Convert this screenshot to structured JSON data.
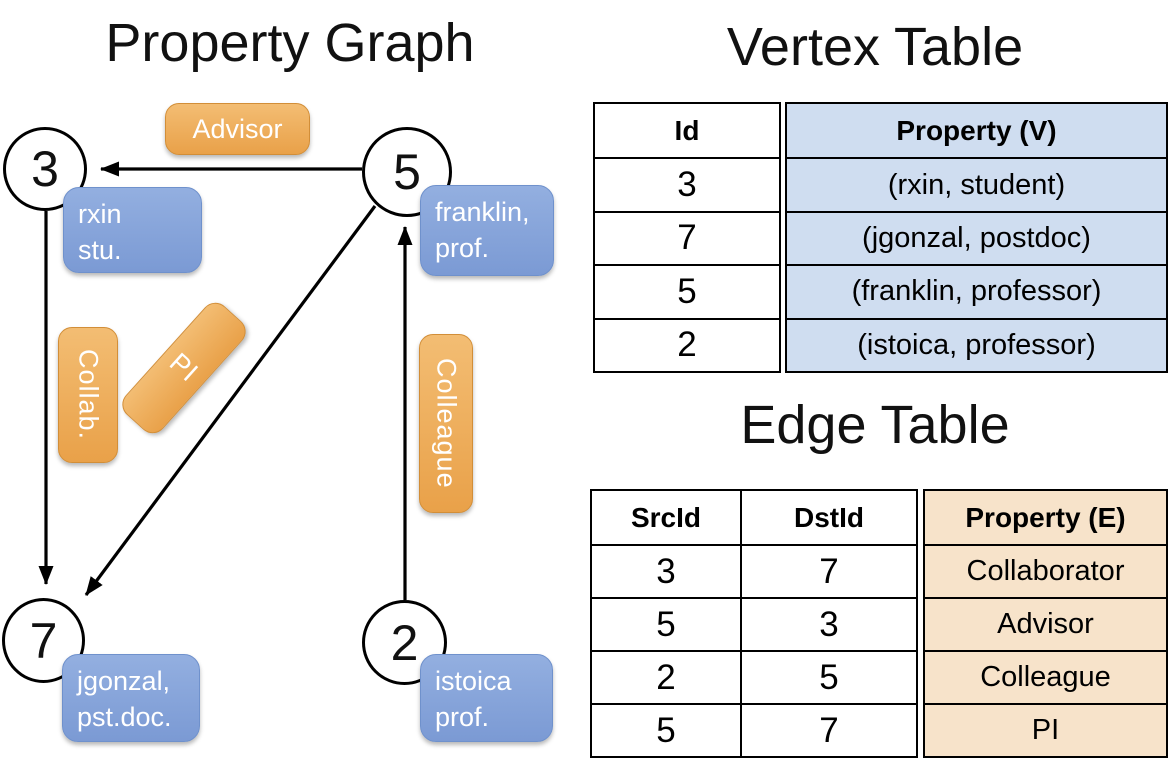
{
  "graph": {
    "title": "Property Graph",
    "nodes": [
      {
        "id": "3",
        "label_line1": "rxin",
        "label_line2": "stu."
      },
      {
        "id": "5",
        "label_line1": "franklin,",
        "label_line2": "prof."
      },
      {
        "id": "7",
        "label_line1": "jgonzal,",
        "label_line2": "pst.doc."
      },
      {
        "id": "2",
        "label_line1": "istoica",
        "label_line2": "prof."
      }
    ],
    "edge_labels": {
      "advisor": "Advisor",
      "collab": "Collab.",
      "pi": "PI",
      "colleague": "Colleague"
    }
  },
  "vertex_table": {
    "title": "Vertex Table",
    "headers": {
      "id": "Id",
      "property": "Property (V)"
    },
    "rows": [
      {
        "id": "3",
        "property": "(rxin, student)"
      },
      {
        "id": "7",
        "property": "(jgonzal, postdoc)"
      },
      {
        "id": "5",
        "property": "(franklin, professor)"
      },
      {
        "id": "2",
        "property": "(istoica, professor)"
      }
    ]
  },
  "edge_table": {
    "title": "Edge Table",
    "headers": {
      "src": "SrcId",
      "dst": "DstId",
      "property": "Property (E)"
    },
    "rows": [
      {
        "src": "3",
        "dst": "7",
        "property": "Collaborator"
      },
      {
        "src": "5",
        "dst": "3",
        "property": "Advisor"
      },
      {
        "src": "2",
        "dst": "5",
        "property": "Colleague"
      },
      {
        "src": "5",
        "dst": "7",
        "property": "PI"
      }
    ]
  },
  "colors": {
    "orange-light": "#f3bd73",
    "orange-dark": "#e9a149",
    "orange-border": "#d28e38",
    "blue-light": "#93afe0",
    "blue-dark": "#7b9ad4",
    "blue-border": "#6f91cc",
    "vertex-fill": "#cfddf0",
    "edge-fill": "#f7e3ca",
    "line": "#000000"
  }
}
